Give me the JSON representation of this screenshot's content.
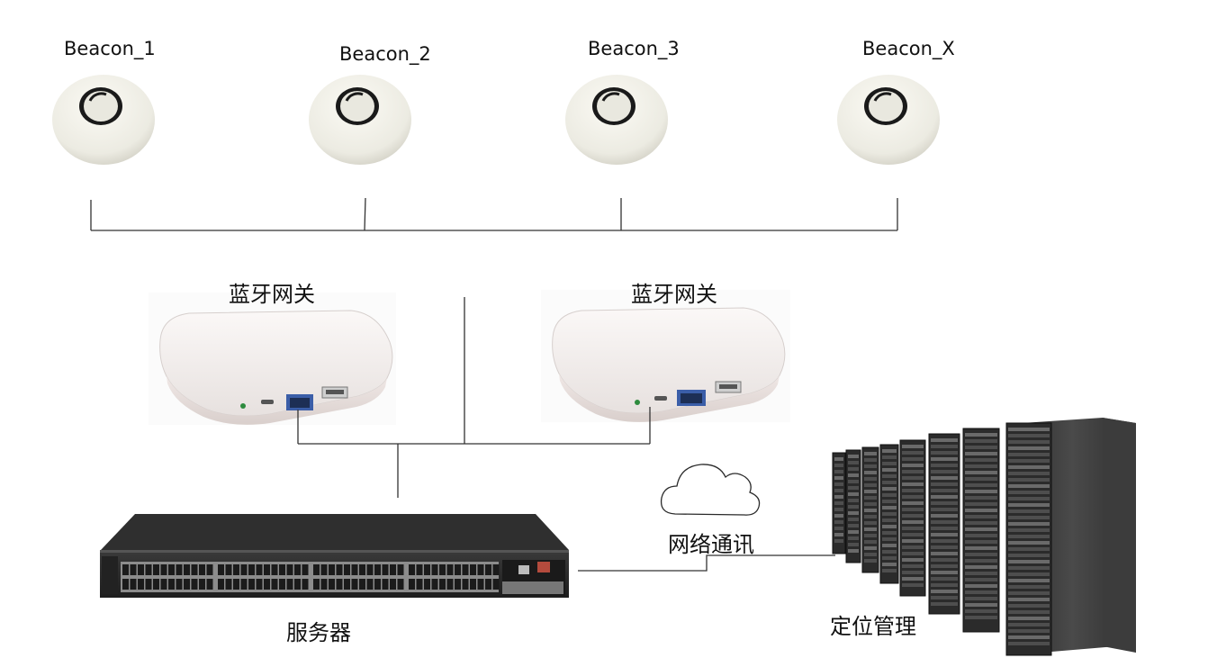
{
  "beacons": [
    {
      "label": "Beacon_1"
    },
    {
      "label": "Beacon_2"
    },
    {
      "label": "Beacon_3"
    },
    {
      "label": "Beacon_X"
    }
  ],
  "gateways": [
    {
      "label": "蓝牙网关"
    },
    {
      "label": "蓝牙网关"
    }
  ],
  "network_label": "网络通讯",
  "switch_label": "服务器",
  "server_label": "定位管理",
  "colors": {
    "line": "#333333",
    "beacon_body": "#ecebe2",
    "gateway_body": "#f2eeed",
    "switch_body": "#2b2b2b",
    "rack_body": "#3a3a3a"
  }
}
